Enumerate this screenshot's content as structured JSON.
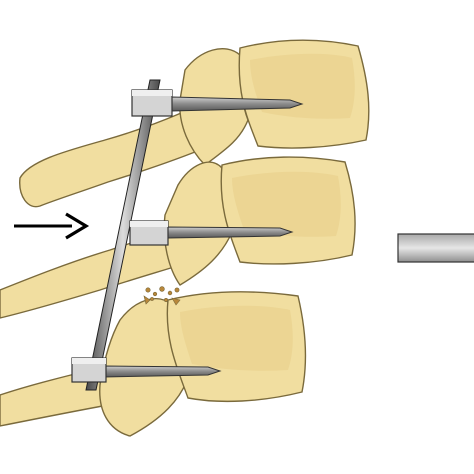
{
  "diagram": {
    "colors": {
      "bone_fill": "#f1dea0",
      "bone_shade": "#e2c77a",
      "bone_outline": "#7a6a3c",
      "rod_light": "#dcdcdc",
      "rod_dark": "#4a4a4a",
      "clamp_fill": "#cfcfcf",
      "clamp_outline": "#333333",
      "screw_fill": "#9c9c9c",
      "arrow": "#000000",
      "fracture": "#b8873a"
    },
    "elements": {
      "vertebra_count": 3,
      "pedicle_screw_count": 3,
      "connecting_rod_count": 1,
      "direction_arrow_count": 1,
      "partial_bar_count": 1
    }
  }
}
